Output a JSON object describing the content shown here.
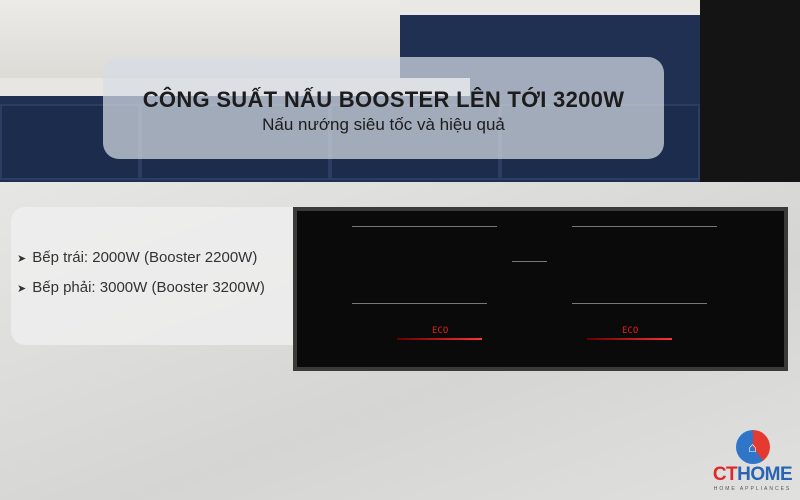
{
  "banner": {
    "title": "CÔNG SUẤT NẤU BOOSTER LÊN TỚI 3200W",
    "subtitle": "Nấu nướng siêu tốc và hiệu quả"
  },
  "specs": [
    {
      "bullet": "➤",
      "text": "Bếp trái: 2000W (Booster 2200W)"
    },
    {
      "bullet": "➤",
      "text": "Bếp phải: 3000W (Booster 3200W)"
    }
  ],
  "hob": {
    "left_display": "ECO",
    "right_display": "ECO"
  },
  "logo": {
    "ct": "CT",
    "home": "HOME",
    "tagline": "HOME APPLIANCES",
    "icon": "house-icon"
  },
  "colors": {
    "logo_red": "#e3262b",
    "logo_blue": "#2964b4",
    "display_red": "#e02020"
  }
}
